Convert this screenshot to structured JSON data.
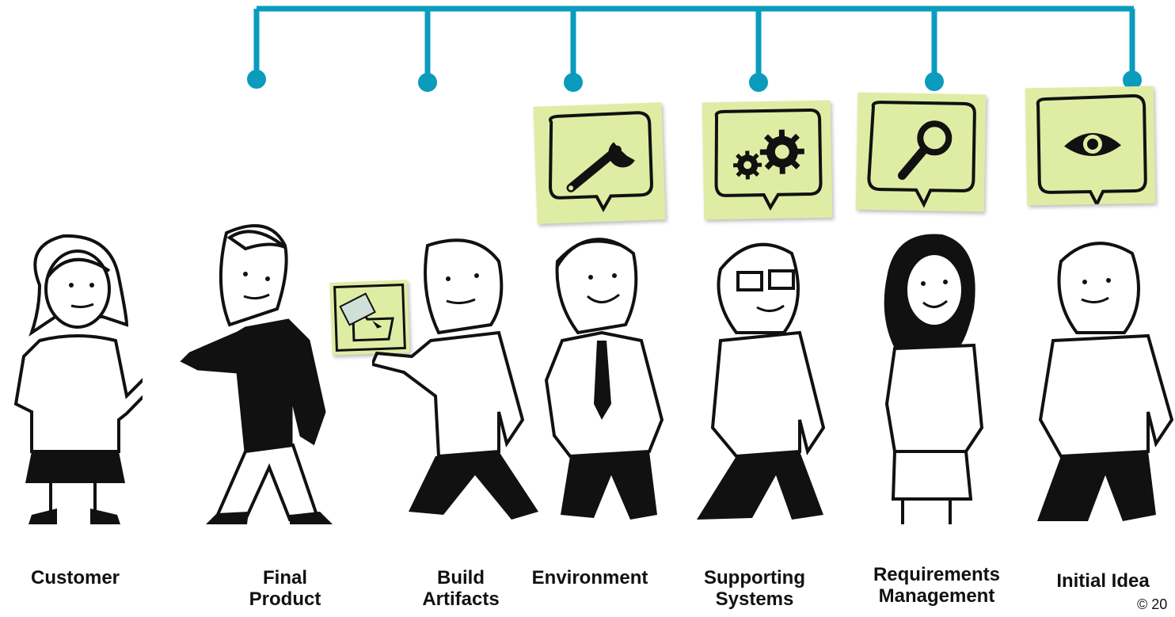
{
  "diagram": {
    "accent_color": "#0a9bbd",
    "sticky_color": "#dfeda4",
    "people": [
      {
        "label": "Customer",
        "icon": null
      },
      {
        "label": "Final\nProduct",
        "icon": null
      },
      {
        "label": "Build\nArtifacts",
        "icon": null
      },
      {
        "label": "Environment",
        "icon": "wrench-icon"
      },
      {
        "label": "Supporting\nSystems",
        "icon": "gears-icon"
      },
      {
        "label": "Requirements\nManagement",
        "icon": "magnifier-icon"
      },
      {
        "label": "Initial Idea",
        "icon": "eye-icon"
      }
    ],
    "handoff_icon": "folder-icon",
    "copyright": "© 20"
  }
}
